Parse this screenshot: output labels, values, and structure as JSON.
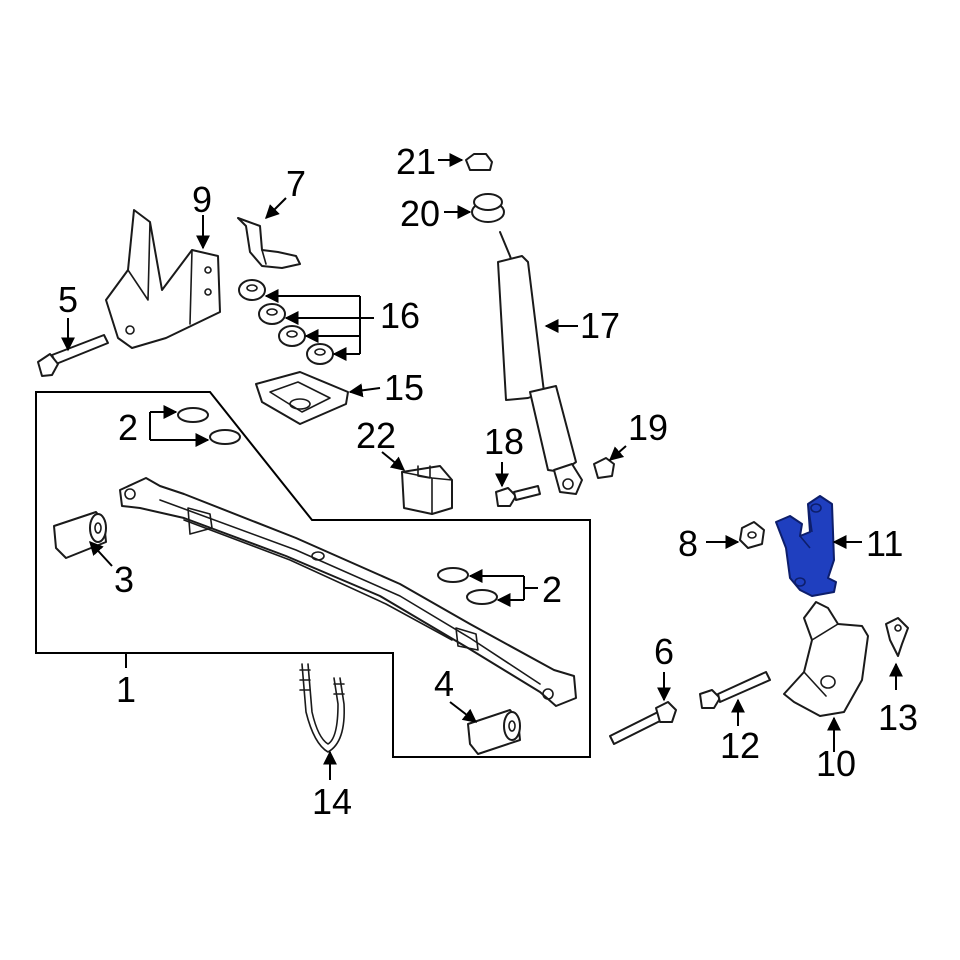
{
  "diagram": {
    "highlight_color": "#1f3fbf",
    "highlighted_part": "11",
    "callouts": {
      "c1": "1",
      "c2a": "2",
      "c2b": "2",
      "c3": "3",
      "c4": "4",
      "c5": "5",
      "c6": "6",
      "c7": "7",
      "c8": "8",
      "c9": "9",
      "c10": "10",
      "c11": "11",
      "c12": "12",
      "c13": "13",
      "c14": "14",
      "c15": "15",
      "c16": "16",
      "c17": "17",
      "c18": "18",
      "c19": "19",
      "c20": "20",
      "c21": "21",
      "c22": "22"
    }
  }
}
